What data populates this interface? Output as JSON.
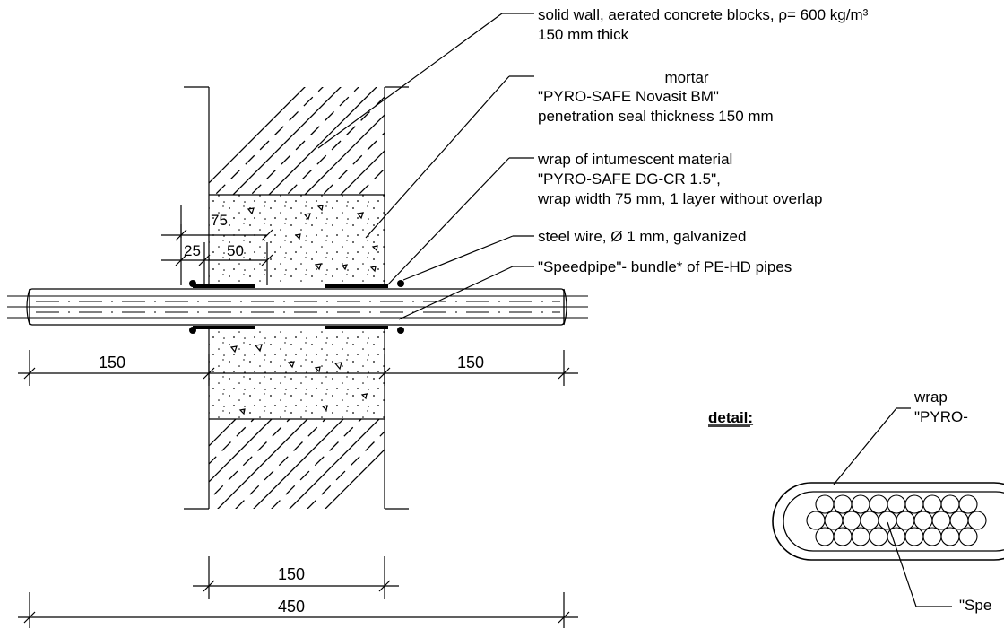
{
  "labels": {
    "wall": [
      "solid wall, aerated concrete blocks, ρ= 600 kg/m³",
      "150 mm thick"
    ],
    "mortar": [
      "mortar",
      "\"PYRO-SAFE Novasit BM\"",
      "penetration seal thickness 150 mm"
    ],
    "wrap": [
      "wrap of intumescent material",
      "\"PYRO-SAFE DG-CR 1.5\",",
      "wrap width 75 mm, 1 layer without overlap"
    ],
    "wire": "steel wire, Ø 1 mm, galvanized",
    "pipes": "\"Speedpipe\"- bundle* of PE-HD pipes"
  },
  "dimensions": {
    "wrap_width": "75",
    "wrap_offset": "25",
    "wrap_inner": "50",
    "left_projection": "150",
    "right_projection": "150",
    "wall_thickness": "150",
    "total_length": "450"
  },
  "detail": {
    "title": "detail:",
    "wrap_label": [
      "wrap",
      "\"PYRO-"
    ],
    "pipes_label": "\"Spe"
  }
}
